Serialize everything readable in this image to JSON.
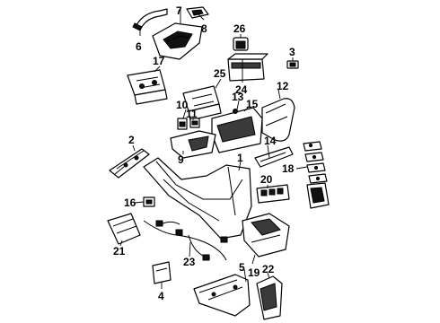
{
  "diagram": {
    "callouts": {
      "c1": "1",
      "c2": "2",
      "c3": "3",
      "c4": "4",
      "c5": "5",
      "c6": "6",
      "c7": "7",
      "c8": "8",
      "c9": "9",
      "c10": "10",
      "c11": "11",
      "c12": "12",
      "c13": "13",
      "c14": "14",
      "c15": "15",
      "c16": "16",
      "c17": "17",
      "c18": "18",
      "c19": "19",
      "c20": "20",
      "c21": "21",
      "c22": "22",
      "c23": "23",
      "c24": "24",
      "c25": "25",
      "c26": "26"
    },
    "colors": {
      "ink": "#000000",
      "shade": "#3a3a3a",
      "background": "#ffffff"
    }
  }
}
